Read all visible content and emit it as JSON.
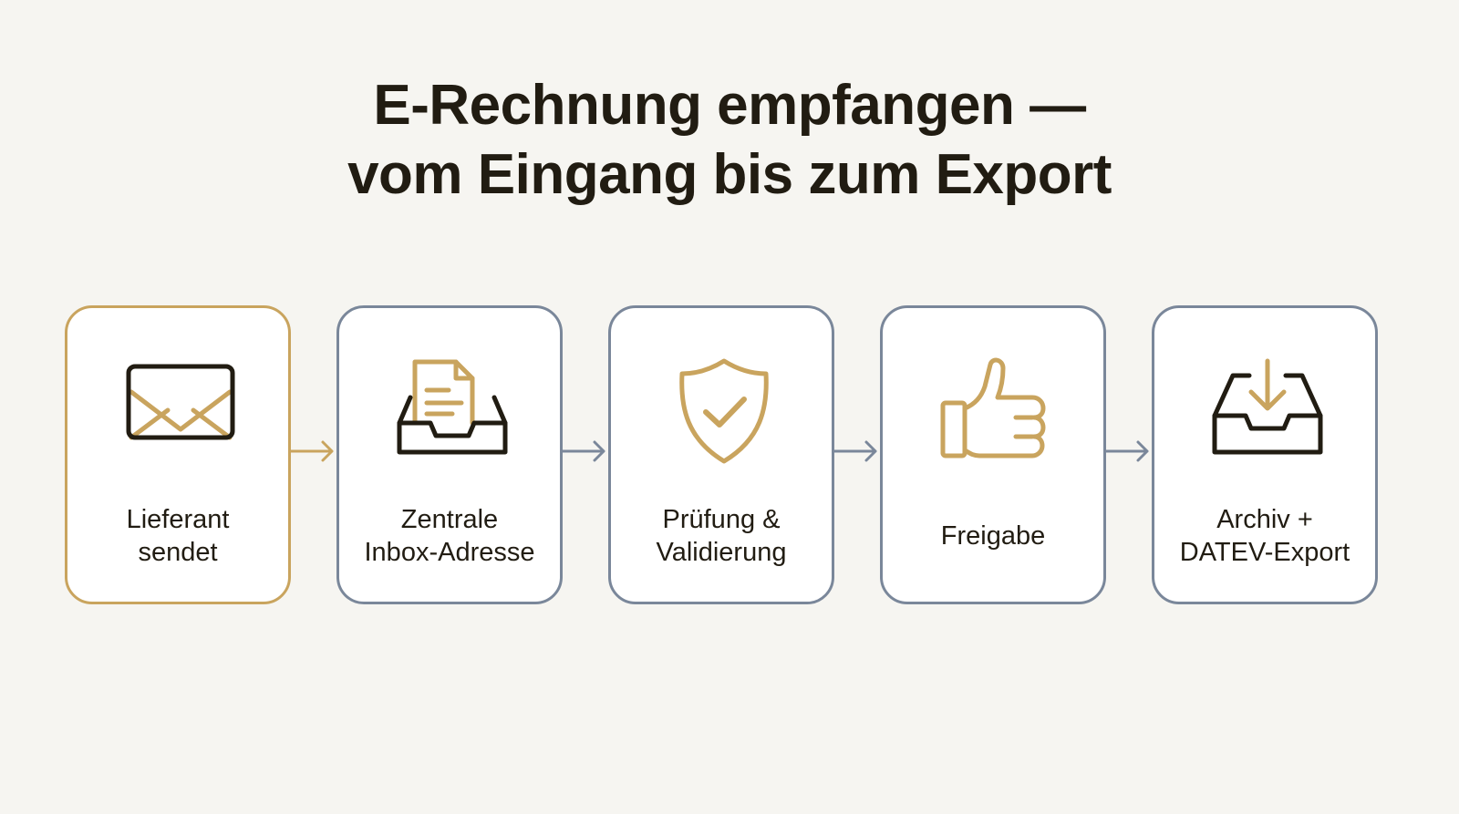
{
  "title": {
    "line1": "E-Rechnung empfangen —",
    "line2": "vom Eingang bis zum Export"
  },
  "colors": {
    "accent_gold": "#c9a45e",
    "accent_slate": "#7a879a",
    "text_dark": "#211c12",
    "background": "#f6f5f1"
  },
  "steps": [
    {
      "label": "Lieferant\nsendet",
      "icon": "envelope-icon",
      "active": true
    },
    {
      "label": "Zentrale\nInbox-Adresse",
      "icon": "inbox-document-icon",
      "active": false
    },
    {
      "label": "Prüfung &\nValidierung",
      "icon": "shield-check-icon",
      "active": false
    },
    {
      "label": "Freigabe",
      "icon": "thumbs-up-icon",
      "active": false
    },
    {
      "label": "Archiv +\nDATEV-Export",
      "icon": "inbox-download-icon",
      "active": false
    }
  ]
}
